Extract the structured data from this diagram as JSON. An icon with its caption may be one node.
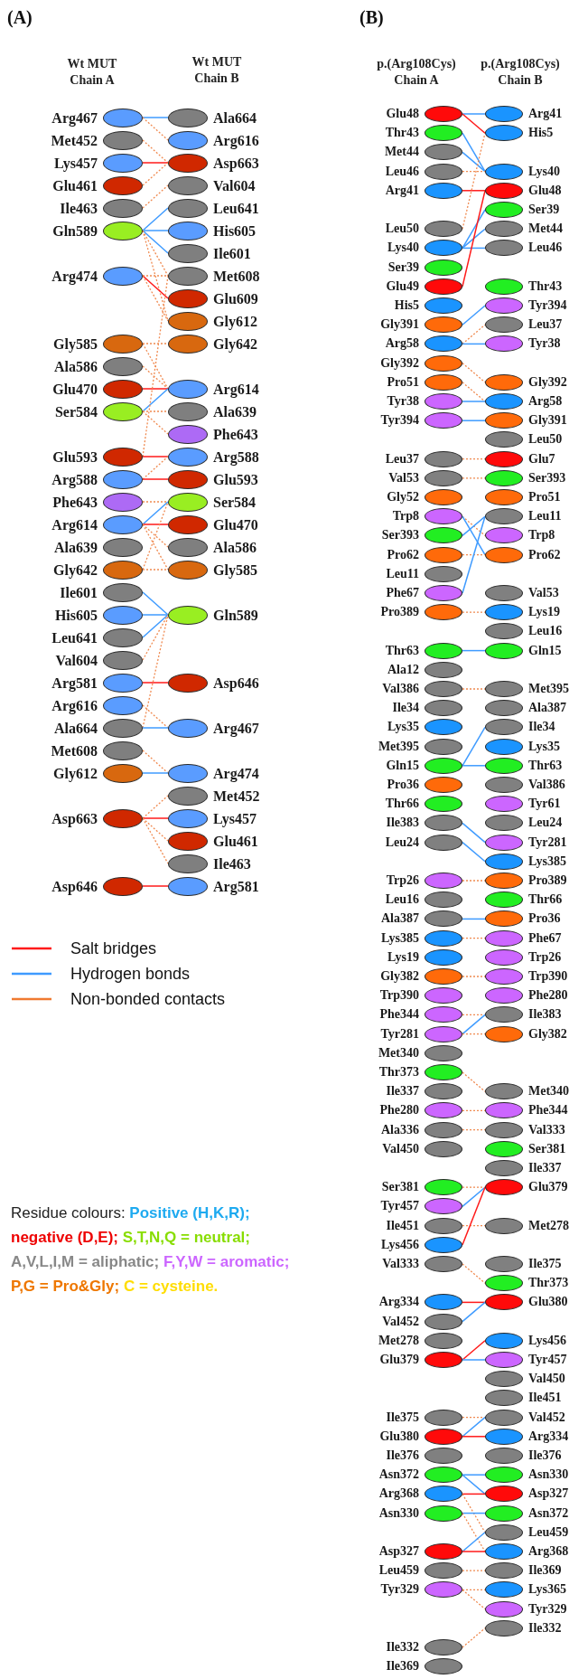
{
  "diagram": {
    "nodes": [
      {
        "text": [
          "Arg467"
        ]
      },
      {
        "text": [
          "Met452"
        ]
      },
      {
        "text": [
          "Lys457"
        ]
      },
      {
        "text": [
          "Glu461"
        ]
      },
      {
        "text": [
          "Ile463"
        ]
      },
      {
        "text": [
          "Gln589"
        ]
      },
      {
        "text": [
          "Arg474"
        ]
      },
      {
        "text": [
          "Gly585"
        ]
      },
      {
        "text": [
          "Ala586"
        ]
      },
      {
        "text": [
          "Glu470"
        ]
      },
      {
        "text": [
          "Ser584"
        ]
      },
      {
        "text": [
          "Glu593"
        ]
      },
      {
        "text": [
          "Arg588"
        ]
      },
      {
        "text": [
          "Phe643"
        ]
      },
      {
        "text": [
          "Arg614"
        ]
      },
      {
        "text": [
          "Ala639"
        ]
      },
      {
        "text": [
          "Gly642"
        ]
      },
      {
        "text": [
          "Ile601"
        ]
      },
      {
        "text": [
          "His605"
        ]
      },
      {
        "text": [
          "Leu641"
        ]
      },
      {
        "text": [
          "Val604"
        ]
      },
      {
        "text": [
          "Arg581"
        ]
      },
      {
        "text": [
          "Arg616"
        ]
      },
      {
        "text": [
          "Ala664"
        ]
      },
      {
        "text": [
          "Met608"
        ]
      },
      {
        "text": [
          "Gly612"
        ]
      },
      {
        "text": [
          "Asp663"
        ]
      },
      {
        "text": [
          "Asp646"
        ]
      },
      {
        "text": [
          "Ala664"
        ]
      },
      {
        "text": [
          "Arg616"
        ]
      },
      {
        "text": [
          "Asp663"
        ]
      },
      {
        "text": [
          "Val604"
        ]
      },
      {
        "text": [
          "Leu641"
        ]
      },
      {
        "text": [
          "His605"
        ]
      },
      {
        "text": [
          "Ile601"
        ]
      },
      {
        "text": [
          "Met608"
        ]
      },
      {
        "text": [
          "Glu609"
        ]
      },
      {
        "text": [
          "Gly612"
        ]
      },
      {
        "text": [
          "Gly642"
        ]
      },
      {
        "text": [
          "Arg614"
        ]
      },
      {
        "text": [
          "Ala639"
        ]
      },
      {
        "text": [
          "Phe643"
        ]
      },
      {
        "text": [
          "Arg588"
        ]
      },
      {
        "text": [
          "Glu593"
        ]
      },
      {
        "text": [
          "Ser584"
        ]
      },
      {
        "text": [
          "Glu470"
        ]
      },
      {
        "text": [
          "Ala586"
        ]
      },
      {
        "text": [
          "Gly585"
        ]
      },
      {
        "text": [
          "Gln589"
        ]
      },
      {
        "text": [
          "Asp646"
        ]
      },
      {
        "text": [
          "Arg467"
        ]
      },
      {
        "text": [
          "Arg474"
        ]
      },
      {
        "text": [
          "Met452"
        ]
      },
      {
        "text": [
          "Lys457"
        ]
      },
      {
        "text": [
          "Glu461"
        ]
      },
      {
        "text": [
          "Ile463"
        ]
      },
      {
        "text": [
          "Arg581"
        ]
      },
      {
        "text": [
          "Glu48"
        ]
      },
      {
        "text": [
          "Thr43"
        ]
      },
      {
        "text": [
          "Met44"
        ]
      },
      {
        "text": [
          "Leu46"
        ]
      },
      {
        "text": [
          "Arg41"
        ]
      },
      {
        "text": [
          "Leu50"
        ]
      },
      {
        "text": [
          "Lys40"
        ]
      },
      {
        "text": [
          "Ser39"
        ]
      },
      {
        "text": [
          "Glu49"
        ]
      },
      {
        "text": [
          "His5"
        ]
      },
      {
        "text": [
          "Gly391"
        ]
      },
      {
        "text": [
          "Arg58"
        ]
      },
      {
        "text": [
          "Gly392"
        ]
      },
      {
        "text": [
          "Pro51"
        ]
      },
      {
        "text": [
          "Tyr38"
        ]
      },
      {
        "text": [
          "Tyr394"
        ]
      },
      {
        "text": [
          "Leu37"
        ]
      },
      {
        "text": [
          "Val53"
        ]
      },
      {
        "text": [
          "Gly52"
        ]
      },
      {
        "text": [
          "Trp8"
        ]
      },
      {
        "text": [
          "Ser393"
        ]
      },
      {
        "text": [
          "Pro62"
        ]
      },
      {
        "text": [
          "Leu11"
        ]
      },
      {
        "text": [
          "Phe67"
        ]
      },
      {
        "text": [
          "Pro389"
        ]
      },
      {
        "text": [
          "Thr63"
        ]
      },
      {
        "text": [
          "Ala12"
        ]
      },
      {
        "text": [
          "Val386"
        ]
      },
      {
        "text": [
          "Ile34"
        ]
      },
      {
        "text": [
          "Lys35"
        ]
      },
      {
        "text": [
          "Met395"
        ]
      },
      {
        "text": [
          "Gln15"
        ]
      },
      {
        "text": [
          "Pro36"
        ]
      },
      {
        "text": [
          "Thr66"
        ]
      },
      {
        "text": [
          "Ile383"
        ]
      },
      {
        "text": [
          "Leu24"
        ]
      },
      {
        "text": [
          "Trp26"
        ]
      },
      {
        "text": [
          "Leu16"
        ]
      },
      {
        "text": [
          "Ala387"
        ]
      },
      {
        "text": [
          "Lys385"
        ]
      },
      {
        "text": [
          "Lys19"
        ]
      },
      {
        "text": [
          "Gly382"
        ]
      },
      {
        "text": [
          "Trp390"
        ]
      },
      {
        "text": [
          "Phe344"
        ]
      },
      {
        "text": [
          "Tyr281"
        ]
      },
      {
        "text": [
          "Met340"
        ]
      },
      {
        "text": [
          "Thr373"
        ]
      },
      {
        "text": [
          "Ile337"
        ]
      },
      {
        "text": [
          "Phe280"
        ]
      },
      {
        "text": [
          "Ala336"
        ]
      },
      {
        "text": [
          "Val450"
        ]
      },
      {
        "text": [
          "Ser381"
        ]
      },
      {
        "text": [
          "Tyr457"
        ]
      },
      {
        "text": [
          "Ile451"
        ]
      },
      {
        "text": [
          "Lys456"
        ]
      },
      {
        "text": [
          "Val333"
        ]
      },
      {
        "text": [
          "Arg334"
        ]
      },
      {
        "text": [
          "Val452"
        ]
      },
      {
        "text": [
          "Met278"
        ]
      },
      {
        "text": [
          "Glu379"
        ]
      },
      {
        "text": [
          "Ile375"
        ]
      },
      {
        "text": [
          "Glu380"
        ]
      },
      {
        "text": [
          "Ile376"
        ]
      },
      {
        "text": [
          "Asn372"
        ]
      },
      {
        "text": [
          "Arg368"
        ]
      },
      {
        "text": [
          "Asn330"
        ]
      },
      {
        "text": [
          "Asp327"
        ]
      },
      {
        "text": [
          "Leu459"
        ]
      },
      {
        "text": [
          "Tyr329"
        ]
      },
      {
        "text": [
          "Ile332"
        ]
      },
      {
        "text": [
          "Ile369"
        ]
      },
      {
        "text": [
          "Arg41"
        ]
      },
      {
        "text": [
          "His5"
        ]
      },
      {
        "text": [
          "Lys40"
        ]
      },
      {
        "text": [
          "Glu48"
        ]
      },
      {
        "text": [
          "Ser39"
        ]
      },
      {
        "text": [
          "Met44"
        ]
      },
      {
        "text": [
          "Leu46"
        ]
      },
      {
        "text": [
          "Thr43"
        ]
      },
      {
        "text": [
          "Tyr394"
        ]
      },
      {
        "text": [
          "Leu37"
        ]
      },
      {
        "text": [
          "Tyr38"
        ]
      },
      {
        "text": [
          "Gly392"
        ]
      },
      {
        "text": [
          "Arg58"
        ]
      },
      {
        "text": [
          "Gly391"
        ]
      },
      {
        "text": [
          "Leu50"
        ]
      },
      {
        "text": [
          "Glu7"
        ]
      },
      {
        "text": [
          "Ser393"
        ]
      },
      {
        "text": [
          "Pro51"
        ]
      },
      {
        "text": [
          "Leu11"
        ]
      },
      {
        "text": [
          "Trp8"
        ]
      },
      {
        "text": [
          "Pro62"
        ]
      },
      {
        "text": [
          "Val53"
        ]
      },
      {
        "text": [
          "Lys19"
        ]
      },
      {
        "text": [
          "Leu16"
        ]
      },
      {
        "text": [
          "Gln15"
        ]
      },
      {
        "text": [
          "Met395"
        ]
      },
      {
        "text": [
          "Ala387"
        ]
      },
      {
        "text": [
          "Ile34"
        ]
      },
      {
        "text": [
          "Lys35"
        ]
      },
      {
        "text": [
          "Thr63"
        ]
      },
      {
        "text": [
          "Val386"
        ]
      },
      {
        "text": [
          "Tyr61"
        ]
      },
      {
        "text": [
          "Leu24"
        ]
      },
      {
        "text": [
          "Tyr281"
        ]
      },
      {
        "text": [
          "Lys385"
        ]
      },
      {
        "text": [
          "Pro389"
        ]
      },
      {
        "text": [
          "Thr66"
        ]
      },
      {
        "text": [
          "Pro36"
        ]
      },
      {
        "text": [
          "Phe67"
        ]
      },
      {
        "text": [
          "Trp26"
        ]
      },
      {
        "text": [
          "Trp390"
        ]
      },
      {
        "text": [
          "Phe280"
        ]
      },
      {
        "text": [
          "Ile383"
        ]
      },
      {
        "text": [
          "Gly382"
        ]
      },
      {
        "text": [
          "Met340"
        ]
      },
      {
        "text": [
          "Phe344"
        ]
      },
      {
        "text": [
          "Val333"
        ]
      },
      {
        "text": [
          "Ser381"
        ]
      },
      {
        "text": [
          "Ile337"
        ]
      },
      {
        "text": [
          "Glu379"
        ]
      },
      {
        "text": [
          "Met278"
        ]
      },
      {
        "text": [
          "Ile375"
        ]
      },
      {
        "text": [
          "Thr373"
        ]
      },
      {
        "text": [
          "Glu380"
        ]
      },
      {
        "text": [
          "Lys456"
        ]
      },
      {
        "text": [
          "Tyr457"
        ]
      },
      {
        "text": [
          "Val450"
        ]
      },
      {
        "text": [
          "Ile451"
        ]
      },
      {
        "text": [
          "Val452"
        ]
      },
      {
        "text": [
          "Arg334"
        ]
      },
      {
        "text": [
          "Ile376"
        ]
      },
      {
        "text": [
          "Asn330"
        ]
      },
      {
        "text": [
          "Asp327"
        ]
      },
      {
        "text": [
          "Asn372"
        ]
      },
      {
        "text": [
          "Leu459"
        ]
      },
      {
        "text": [
          "Arg368"
        ]
      },
      {
        "text": [
          "Ile369"
        ]
      },
      {
        "text": [
          "Lys365"
        ]
      },
      {
        "text": [
          "Tyr329"
        ]
      },
      {
        "text": [
          "Ile332"
        ]
      }
    ],
    "edges": [
      {
        "from": 0,
        "to": 28,
        "arrow": "none",
        "color": "#3f9bff"
      },
      {
        "from": 0,
        "to": 29,
        "arrow": "none",
        "style": "dashed"
      },
      {
        "from": 1,
        "to": 30,
        "arrow": "none",
        "style": "dashed"
      },
      {
        "from": 2,
        "to": 30,
        "arrow": "none",
        "color": "#ff1a1a"
      },
      {
        "from": 3,
        "to": 30,
        "arrow": "none",
        "style": "dashed"
      },
      {
        "from": 4,
        "to": 31,
        "arrow": "none",
        "style": "dashed"
      },
      {
        "from": 5,
        "to": 32,
        "arrow": "none",
        "color": "#3f9bff"
      },
      {
        "from": 5,
        "to": 33,
        "arrow": "none",
        "color": "#3f9bff"
      },
      {
        "from": 5,
        "to": 34,
        "arrow": "none",
        "color": "#3f9bff"
      },
      {
        "from": 5,
        "to": 35,
        "arrow": "none",
        "style": "dashed"
      },
      {
        "from": 5,
        "to": 37,
        "arrow": "none",
        "style": "dashed"
      },
      {
        "from": 6,
        "to": 35,
        "arrow": "none",
        "style": "dashed"
      },
      {
        "from": 6,
        "to": 36,
        "arrow": "none",
        "color": "#ff1a1a"
      },
      {
        "from": 6,
        "to": 37,
        "arrow": "none",
        "style": "dashed"
      },
      {
        "from": 7,
        "to": 38,
        "arrow": "none",
        "style": "dashed"
      },
      {
        "from": 7,
        "to": 39,
        "arrow": "none",
        "style": "dashed"
      },
      {
        "from": 8,
        "to": 39,
        "arrow": "none",
        "style": "dashed"
      },
      {
        "from": 9,
        "to": 39,
        "arrow": "none",
        "color": "#ff1a1a"
      },
      {
        "from": 10,
        "to": 39,
        "arrow": "none",
        "color": "#3f9bff"
      },
      {
        "from": 10,
        "to": 40,
        "arrow": "none",
        "style": "dashed"
      },
      {
        "from": 10,
        "to": 41,
        "arrow": "none",
        "style": "dashed"
      },
      {
        "from": 11,
        "to": 35,
        "arrow": "none",
        "style": "dashed"
      },
      {
        "from": 11,
        "to": 42,
        "arrow": "none",
        "color": "#ff1a1a"
      },
      {
        "from": 12,
        "to": 42,
        "arrow": "none",
        "style": "dashed"
      },
      {
        "from": 12,
        "to": 43,
        "arrow": "none",
        "color": "#ff1a1a"
      },
      {
        "from": 13,
        "to": 44,
        "arrow": "none",
        "style": "dashed"
      },
      {
        "from": 14,
        "to": 44,
        "arrow": "none",
        "color": "#3f9bff"
      },
      {
        "from": 14,
        "to": 45,
        "arrow": "none",
        "color": "#ff1a1a"
      },
      {
        "from": 14,
        "to": 46,
        "arrow": "none",
        "style": "dashed"
      },
      {
        "from": 14,
        "to": 47,
        "arrow": "none",
        "style": "dashed"
      },
      {
        "from": 16,
        "to": 44,
        "arrow": "none",
        "style": "dashed"
      },
      {
        "from": 16,
        "to": 47,
        "arrow": "none",
        "style": "dashed"
      },
      {
        "from": 17,
        "to": 48,
        "arrow": "none",
        "color": "#3f9bff"
      },
      {
        "from": 18,
        "to": 48,
        "arrow": "none",
        "color": "#3f9bff"
      },
      {
        "from": 19,
        "to": 48,
        "arrow": "none",
        "color": "#3f9bff"
      },
      {
        "from": 20,
        "to": 48,
        "arrow": "none",
        "style": "dashed"
      },
      {
        "from": 21,
        "to": 49,
        "arrow": "none",
        "color": "#ff1a1a"
      },
      {
        "from": 22,
        "to": 50,
        "arrow": "none",
        "style": "dashed"
      },
      {
        "from": 23,
        "to": 48,
        "arrow": "none",
        "style": "dashed"
      },
      {
        "from": 23,
        "to": 50,
        "arrow": "none",
        "color": "#3f9bff"
      },
      {
        "from": 24,
        "to": 51,
        "arrow": "none",
        "style": "dashed"
      },
      {
        "from": 25,
        "to": 51,
        "arrow": "none",
        "color": "#3f9bff"
      },
      {
        "from": 26,
        "to": 52,
        "arrow": "none",
        "style": "dashed"
      },
      {
        "from": 26,
        "to": 53,
        "arrow": "none",
        "color": "#ff1a1a"
      },
      {
        "from": 26,
        "to": 54,
        "arrow": "none",
        "style": "dashed"
      },
      {
        "from": 26,
        "to": 55,
        "arrow": "none",
        "style": "dashed"
      },
      {
        "from": 27,
        "to": 56,
        "arrow": "none",
        "color": "#ff1a1a"
      },
      {
        "from": 57,
        "to": 128,
        "arrow": "none",
        "color": "#3f9bff"
      },
      {
        "from": 57,
        "to": 129,
        "arrow": "none",
        "color": "#ff1a1a"
      },
      {
        "from": 58,
        "to": 130,
        "arrow": "none",
        "color": "#3f9bff"
      },
      {
        "from": 59,
        "to": 130,
        "arrow": "none",
        "color": "#3f9bff"
      },
      {
        "from": 60,
        "to": 130,
        "arrow": "none",
        "style": "dashed"
      },
      {
        "from": 61,
        "to": 131,
        "arrow": "none",
        "color": "#ff1a1a"
      },
      {
        "from": 62,
        "to": 129,
        "arrow": "none",
        "style": "dashed"
      },
      {
        "from": 63,
        "to": 132,
        "arrow": "none",
        "color": "#3f9bff"
      },
      {
        "from": 63,
        "to": 133,
        "arrow": "none",
        "color": "#3f9bff"
      },
      {
        "from": 63,
        "to": 134,
        "arrow": "none",
        "color": "#3f9bff"
      },
      {
        "from": 65,
        "to": 131,
        "arrow": "none",
        "color": "#ff1a1a"
      },
      {
        "from": 67,
        "to": 136,
        "arrow": "none",
        "color": "#3f9bff"
      },
      {
        "from": 68,
        "to": 137,
        "arrow": "none",
        "style": "dashed"
      },
      {
        "from": 68,
        "to": 138,
        "arrow": "none",
        "color": "#3f9bff"
      },
      {
        "from": 69,
        "to": 139,
        "arrow": "none",
        "style": "dashed"
      },
      {
        "from": 70,
        "to": 140,
        "arrow": "none",
        "style": "dashed"
      },
      {
        "from": 71,
        "to": 140,
        "arrow": "none",
        "color": "#3f9bff"
      },
      {
        "from": 72,
        "to": 141,
        "arrow": "none",
        "color": "#3f9bff"
      },
      {
        "from": 73,
        "to": 143,
        "arrow": "none",
        "style": "dashed"
      },
      {
        "from": 74,
        "to": 144,
        "arrow": "none",
        "style": "dashed"
      },
      {
        "from": 76,
        "to": 147,
        "arrow": "none",
        "style": "dashed"
      },
      {
        "from": 76,
        "to": 148,
        "arrow": "none",
        "color": "#3f9bff"
      },
      {
        "from": 77,
        "to": 146,
        "arrow": "none",
        "color": "#3f9bff"
      },
      {
        "from": 78,
        "to": 148,
        "arrow": "none",
        "style": "dashed"
      },
      {
        "from": 80,
        "to": 146,
        "arrow": "none",
        "color": "#3f9bff"
      },
      {
        "from": 81,
        "to": 150,
        "arrow": "none",
        "style": "dashed"
      },
      {
        "from": 82,
        "to": 152,
        "arrow": "none",
        "color": "#3f9bff"
      },
      {
        "from": 84,
        "to": 153,
        "arrow": "none",
        "style": "dashed"
      },
      {
        "from": 88,
        "to": 155,
        "arrow": "none",
        "color": "#3f9bff"
      },
      {
        "from": 88,
        "to": 157,
        "arrow": "none",
        "color": "#3f9bff"
      },
      {
        "from": 91,
        "to": 161,
        "arrow": "none",
        "color": "#3f9bff"
      },
      {
        "from": 92,
        "to": 162,
        "arrow": "none",
        "color": "#3f9bff"
      },
      {
        "from": 93,
        "to": 163,
        "arrow": "none",
        "style": "dashed"
      },
      {
        "from": 95,
        "to": 165,
        "arrow": "none",
        "color": "#3f9bff"
      },
      {
        "from": 96,
        "to": 166,
        "arrow": "none",
        "style": "dashed"
      },
      {
        "from": 98,
        "to": 168,
        "arrow": "none",
        "style": "dashed"
      },
      {
        "from": 100,
        "to": 170,
        "arrow": "none",
        "style": "dashed"
      },
      {
        "from": 101,
        "to": 170,
        "arrow": "none",
        "color": "#3f9bff"
      },
      {
        "from": 101,
        "to": 171,
        "arrow": "none",
        "style": "dashed"
      },
      {
        "from": 103,
        "to": 172,
        "arrow": "none",
        "style": "dashed"
      },
      {
        "from": 105,
        "to": 173,
        "arrow": "none",
        "style": "dashed"
      },
      {
        "from": 106,
        "to": 174,
        "arrow": "none",
        "style": "dashed"
      },
      {
        "from": 108,
        "to": 177,
        "arrow": "none",
        "style": "dashed"
      },
      {
        "from": 109,
        "to": 177,
        "arrow": "none",
        "color": "#3f9bff"
      },
      {
        "from": 110,
        "to": 178,
        "arrow": "none",
        "style": "dashed"
      },
      {
        "from": 111,
        "to": 177,
        "arrow": "none",
        "color": "#ff1a1a"
      },
      {
        "from": 112,
        "to": 180,
        "arrow": "none",
        "style": "dashed"
      },
      {
        "from": 113,
        "to": 181,
        "arrow": "none",
        "color": "#ff1a1a"
      },
      {
        "from": 114,
        "to": 181,
        "arrow": "none",
        "color": "#3f9bff"
      },
      {
        "from": 116,
        "to": 182,
        "arrow": "none",
        "color": "#ff1a1a"
      },
      {
        "from": 116,
        "to": 183,
        "arrow": "none",
        "color": "#3f9bff"
      },
      {
        "from": 117,
        "to": 186,
        "arrow": "none",
        "style": "dashed"
      },
      {
        "from": 118,
        "to": 186,
        "arrow": "none",
        "color": "#3f9bff"
      },
      {
        "from": 118,
        "to": 187,
        "arrow": "none",
        "color": "#ff1a1a"
      },
      {
        "from": 120,
        "to": 189,
        "arrow": "none",
        "color": "#3f9bff"
      },
      {
        "from": 120,
        "to": 190,
        "arrow": "none",
        "color": "#3f9bff"
      },
      {
        "from": 121,
        "to": 190,
        "arrow": "none",
        "color": "#ff1a1a"
      },
      {
        "from": 121,
        "to": 192,
        "arrow": "none",
        "style": "dashed"
      },
      {
        "from": 122,
        "to": 191,
        "arrow": "none",
        "color": "#3f9bff"
      },
      {
        "from": 122,
        "to": 193,
        "arrow": "none",
        "style": "dashed"
      },
      {
        "from": 123,
        "to": 192,
        "arrow": "none",
        "color": "#3f9bff"
      },
      {
        "from": 123,
        "to": 193,
        "arrow": "none",
        "color": "#ff1a1a"
      },
      {
        "from": 124,
        "to": 194,
        "arrow": "none",
        "style": "dashed"
      },
      {
        "from": 125,
        "to": 195,
        "arrow": "none",
        "style": "dashed"
      },
      {
        "from": 125,
        "to": 196,
        "arrow": "none",
        "style": "dashed"
      },
      {
        "from": 126,
        "to": 197,
        "arrow": "none",
        "style": "dashed"
      }
    ],
    "labels": [
      "(A)",
      "Wt MUT Chain A",
      "Wt MUT Chain B",
      "(B)",
      "p.(Arg108Cys) Chain A",
      "p.(Arg108Cys) Chain B",
      "Residue colours:"
    ],
    "legend": [
      {
        "text": "Salt bridges",
        "color": "#ff1a1a"
      },
      {
        "text": "Hydrogen bonds",
        "color": "#3f9bff"
      },
      {
        "text": "Non-bonded contacts",
        "color": "#f07a30"
      },
      {
        "text": "Positive (H,K,R);",
        "color": "#1eaaf0"
      },
      {
        "text": "negative (D,E);",
        "color": "#ee0000"
      },
      {
        "text": "S,T,N,Q = neutral;",
        "color": "#88dd00"
      },
      {
        "text": "A,V,L,I,M = aliphatic;",
        "color": "#888888"
      },
      {
        "text": "F,Y,W = aromatic;",
        "color": "#cc66ff"
      },
      {
        "text": "P,G = Pro&Gly;",
        "color": "#ee7700"
      },
      {
        "text": "C = cysteine.",
        "color": "#ffdd00"
      }
    ]
  }
}
